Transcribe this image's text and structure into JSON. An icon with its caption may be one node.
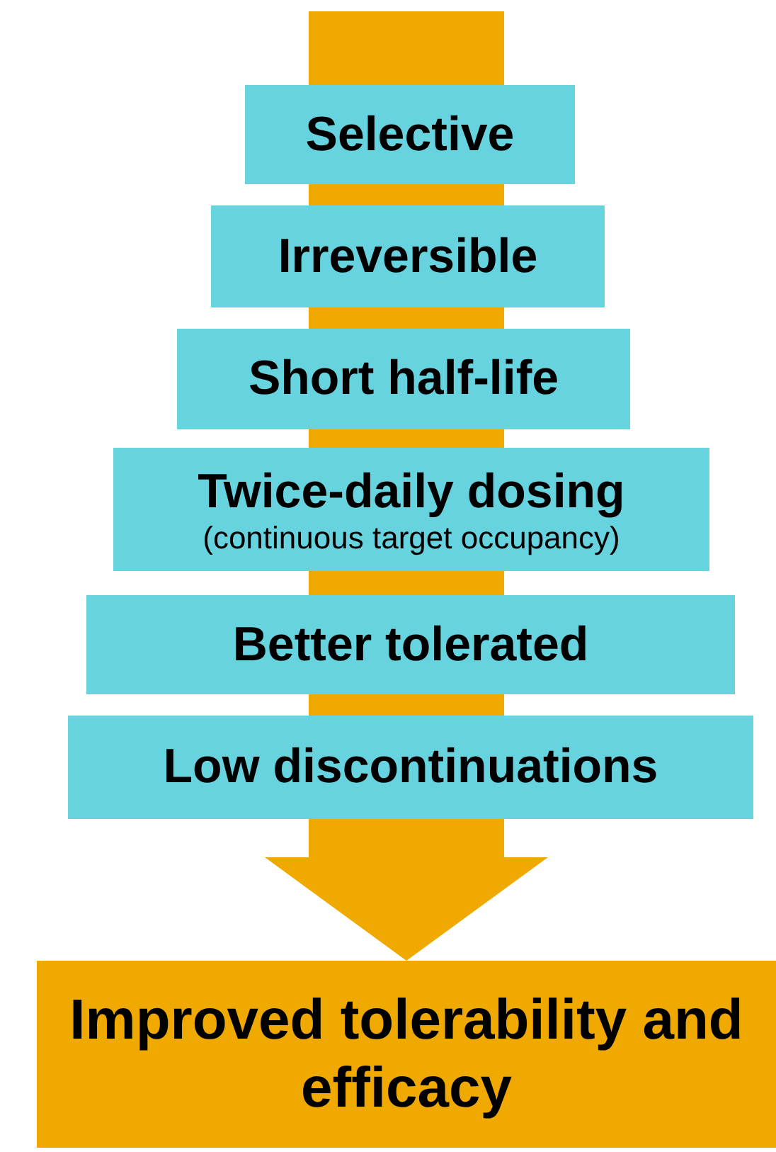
{
  "diagram": {
    "nodes": [
      {
        "text": [
          "Selective"
        ]
      },
      {
        "text": [
          "Irreversible"
        ]
      },
      {
        "text": [
          "Short half-life"
        ]
      },
      {
        "text": [
          "Twice-daily dosing",
          "(continuous target occupancy)"
        ]
      },
      {
        "text": [
          "Better tolerated"
        ]
      },
      {
        "text": [
          "Low discontinuations"
        ]
      },
      {
        "text": [
          "Improved tolerability and efficacy"
        ]
      }
    ],
    "edges": [
      {
        "from": null,
        "to": 6,
        "arrow": "to",
        "style": "thick"
      }
    ]
  }
}
